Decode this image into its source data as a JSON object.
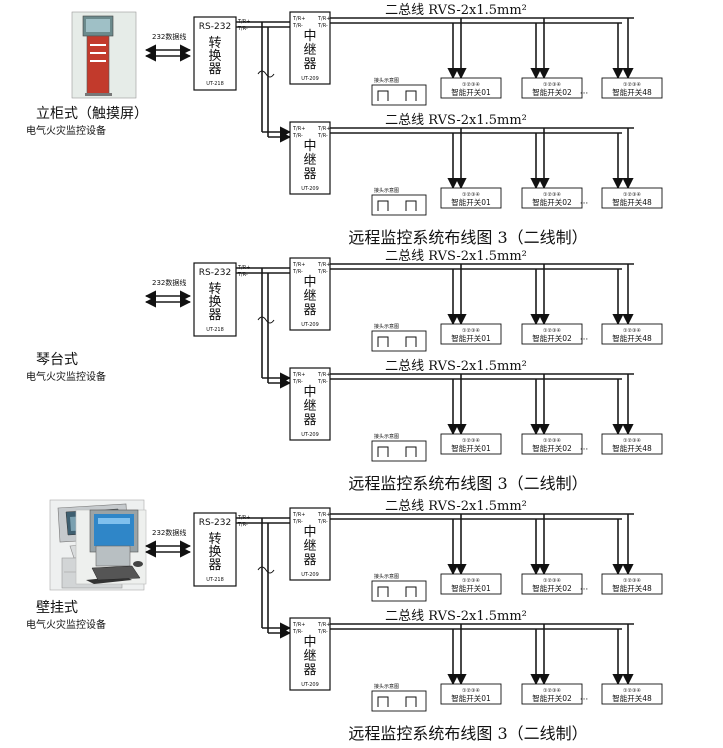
{
  "sections": [
    {
      "type_name": "立柜式（触摸屏）",
      "device_name": "电气火灾监控设备",
      "device_icon": "touch-screen-kiosk-icon",
      "link_label": "232数据线",
      "converter": {
        "header": "RS-232",
        "chars": [
          "转",
          "换",
          "器"
        ],
        "model": "UT-218"
      },
      "repeaters": [
        {
          "chars": [
            "中",
            "继",
            "器"
          ],
          "model": "UT-209",
          "bus_label": "二总线 RVS-2x1.5mm²"
        },
        {
          "chars": [
            "中",
            "继",
            "器"
          ],
          "model": "UT-209",
          "bus_label": "二总线 RVS-2x1.5mm²"
        }
      ],
      "caption": "远程监控系统布线图 3（二线制）"
    },
    {
      "type_name": "琴台式",
      "device_name": "电气火灾监控设备",
      "device_icon": "console-desk-icon",
      "link_label": "232数据线",
      "converter": {
        "header": "RS-232",
        "chars": [
          "转",
          "换",
          "器"
        ],
        "model": "UT-218"
      },
      "repeaters": [
        {
          "chars": [
            "中",
            "继",
            "器"
          ],
          "model": "UT-209",
          "bus_label": "二总线 RVS-2x1.5mm²"
        },
        {
          "chars": [
            "中",
            "继",
            "器"
          ],
          "model": "UT-209",
          "bus_label": "二总线 RVS-2x1.5mm²"
        }
      ],
      "caption": "远程监控系统布线图 3（二线制）"
    },
    {
      "type_name": "壁挂式",
      "device_name": "电气火灾监控设备",
      "device_icon": "wall-mounted-computer-icon",
      "link_label": "232数据线",
      "converter": {
        "header": "RS-232",
        "chars": [
          "转",
          "换",
          "器"
        ],
        "model": "UT-218"
      },
      "repeaters": [
        {
          "chars": [
            "中",
            "继",
            "器"
          ],
          "model": "UT-209",
          "bus_label": "二总线 RVS-2x1.5mm²"
        },
        {
          "chars": [
            "中",
            "继",
            "器"
          ],
          "model": "UT-209",
          "bus_label": "二总线 RVS-2x1.5mm²"
        }
      ],
      "caption": "远程监控系统布线图 3（二线制）"
    }
  ],
  "terminal_labels": [
    "T/R+",
    "T/R-"
  ],
  "connector_label": "接头示意图",
  "switch_circles": "①②③④",
  "switches": [
    "智能开关01",
    "智能开关02",
    "智能开关48"
  ],
  "ellipsis": "···"
}
